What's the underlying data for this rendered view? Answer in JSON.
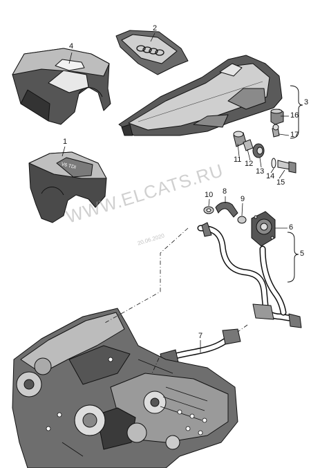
{
  "callouts": {
    "c1": "1",
    "c2": "2",
    "c3": "3",
    "c4": "4",
    "c5": "5",
    "c6": "6",
    "c7": "7",
    "c8": "8",
    "c9": "9",
    "c10": "10",
    "c11": "11",
    "c12": "12",
    "c13": "13",
    "c14": "14",
    "c15": "15",
    "c16": "16",
    "c17": "17"
  },
  "watermark": "WWW.ELCATS.RU",
  "datestamp": "20.06.2020",
  "cover_badge": "V6 TDI",
  "colors": {
    "line": "#111111",
    "fill_dark": "#2a2a2a",
    "fill_mid": "#7a7a7a",
    "fill_light": "#e6e6e6",
    "watermark": "#969696"
  }
}
